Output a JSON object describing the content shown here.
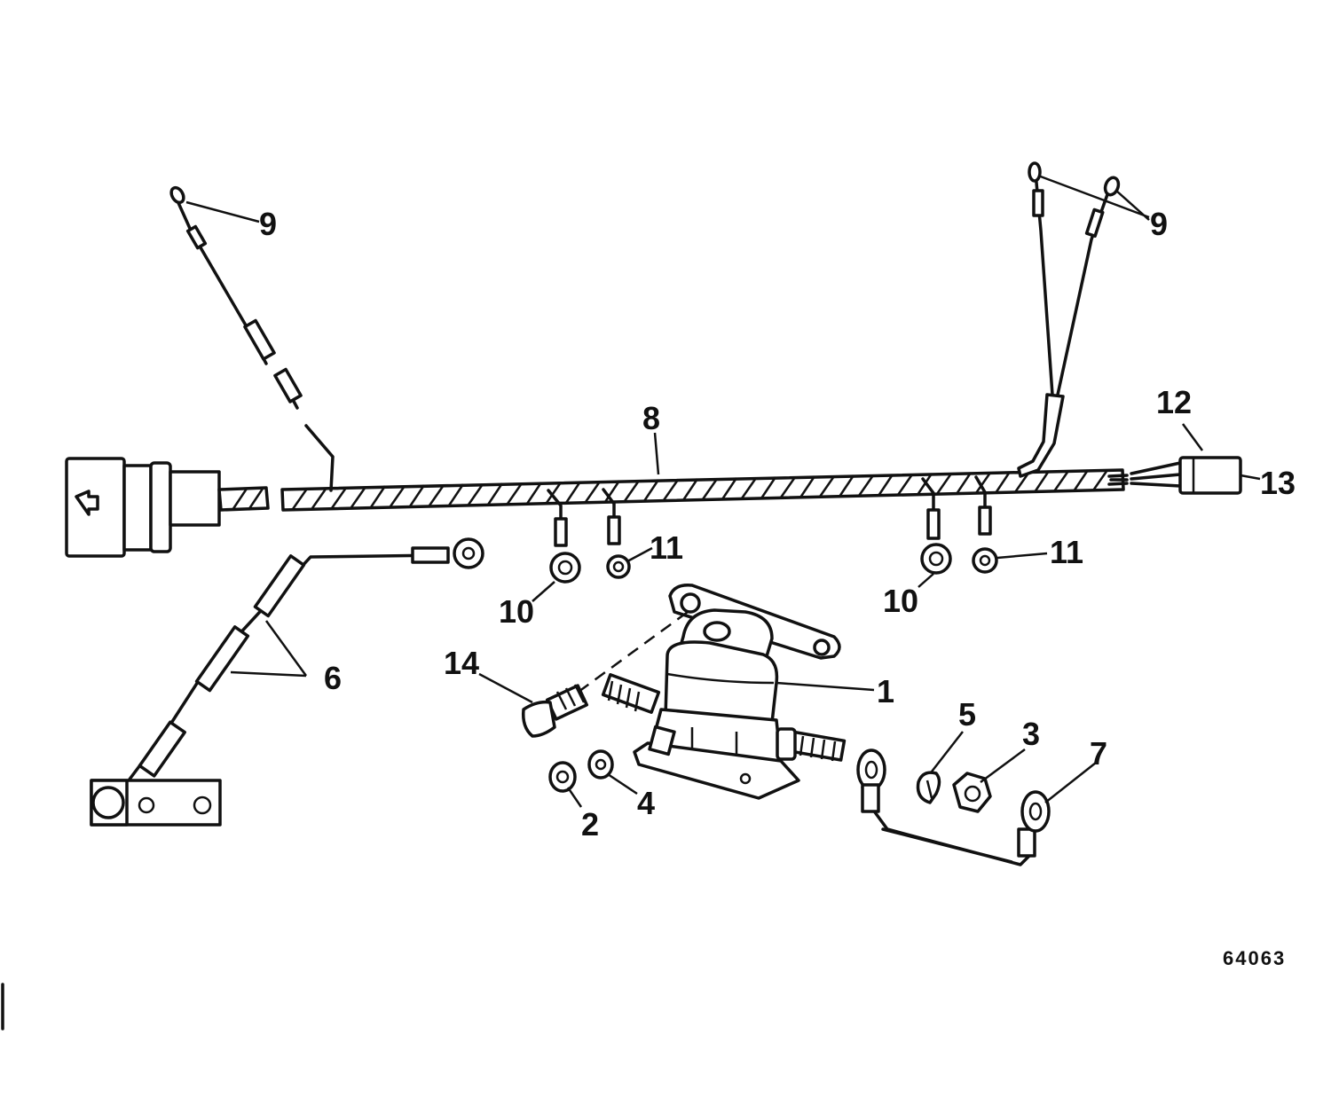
{
  "callouts": {
    "c9_left": "9",
    "c9_right": "9",
    "c8": "8",
    "c12": "12",
    "c13": "13",
    "c11_left": "11",
    "c11_right": "11",
    "c10_left": "10",
    "c10_right": "10",
    "c6": "6",
    "c14": "14",
    "c1": "1",
    "c5": "5",
    "c3": "3",
    "c7": "7",
    "c2": "2",
    "c4": "4"
  },
  "figure_number": "64063",
  "colors": {
    "ink": "#111111",
    "paper": "#ffffff"
  }
}
